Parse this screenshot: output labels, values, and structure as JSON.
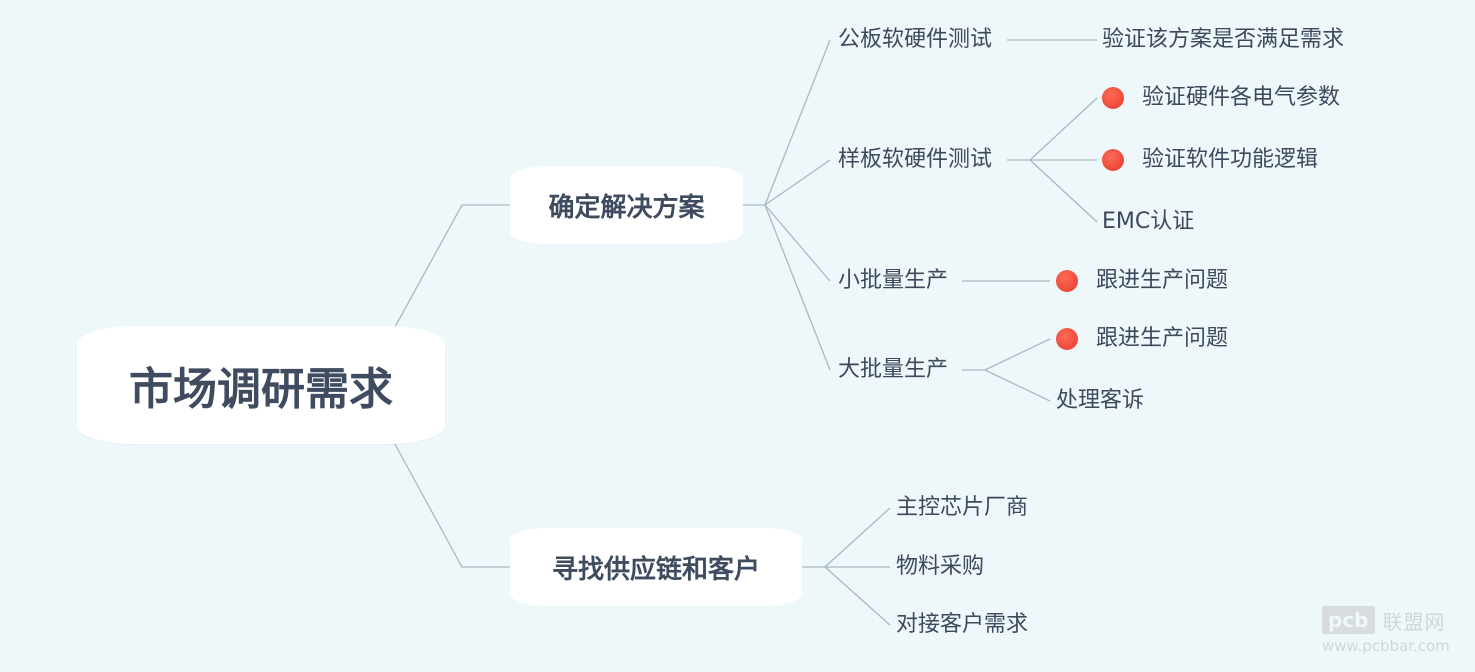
{
  "root": {
    "label": "市场调研需求"
  },
  "branches": [
    {
      "label": "确定解决方案",
      "children": [
        {
          "label": "公板软硬件测试",
          "children": [
            {
              "label": "验证该方案是否满足需求",
              "marker": false
            }
          ]
        },
        {
          "label": "样板软硬件测试",
          "children": [
            {
              "label": "验证硬件各电气参数",
              "marker": true
            },
            {
              "label": "验证软件功能逻辑",
              "marker": true
            },
            {
              "label": "EMC认证",
              "marker": false
            }
          ]
        },
        {
          "label": "小批量生产",
          "children": [
            {
              "label": "跟进生产问题",
              "marker": true
            }
          ]
        },
        {
          "label": "大批量生产",
          "children": [
            {
              "label": "跟进生产问题",
              "marker": true
            },
            {
              "label": "处理客诉",
              "marker": false
            }
          ]
        }
      ]
    },
    {
      "label": "寻找供应链和客户",
      "children": [
        {
          "label": "主控芯片厂商",
          "children": []
        },
        {
          "label": "物料采购",
          "children": []
        },
        {
          "label": "对接客户需求",
          "children": []
        }
      ]
    }
  ],
  "colors": {
    "background": "#eef7fa",
    "line": "#a9b8c4",
    "marker": "#e84a3a",
    "text": "#3d4a5c"
  },
  "watermark": {
    "logo": "pcb",
    "name": "联盟网",
    "url": "www.pcbbar.com"
  }
}
